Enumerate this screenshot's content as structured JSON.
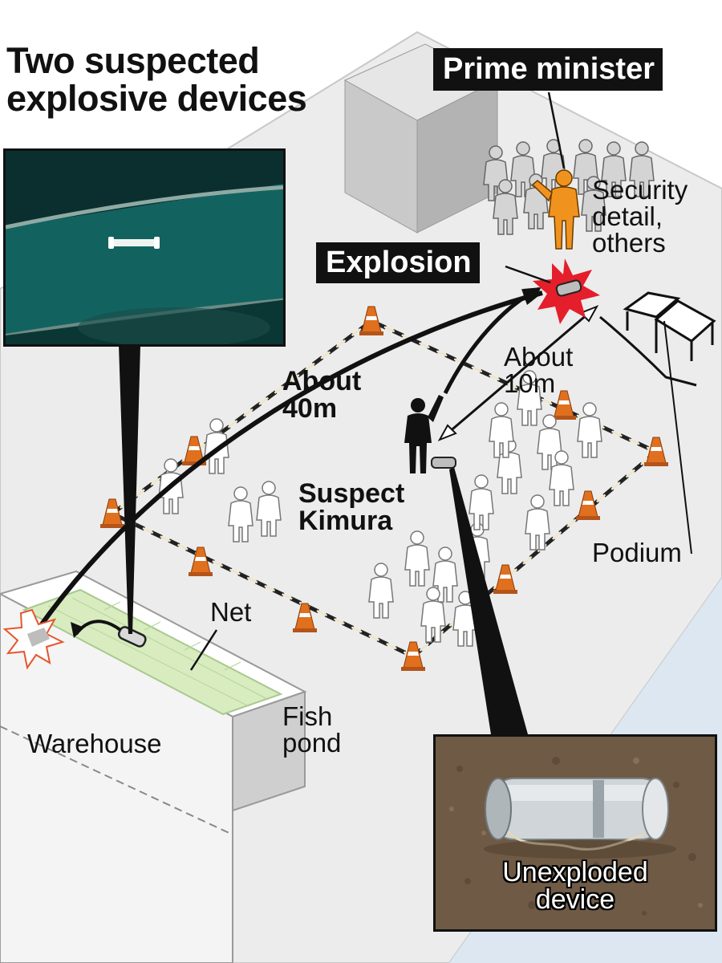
{
  "title": {
    "line1": "Two suspected",
    "line2": "explosive devices"
  },
  "labels": {
    "prime_minister": "Prime minister",
    "security": {
      "line1": "Security",
      "line2": "detail,",
      "line3": "others"
    },
    "explosion": "Explosion",
    "about_40m": {
      "line1": "About",
      "line2": "40m"
    },
    "about_10m": {
      "line1": "About",
      "line2": "10m"
    },
    "suspect": {
      "line1": "Suspect",
      "line2": "Kimura"
    },
    "podium": "Podium",
    "net": "Net",
    "fish_pond": {
      "line1": "Fish",
      "line2": "pond"
    },
    "warehouse": "Warehouse",
    "unexploded_device": {
      "line1": "Unexploded",
      "line2": "device"
    }
  },
  "colors": {
    "ground": "#ececec",
    "building": "#c9c9c9",
    "prime_minister_figure": "#f0931e",
    "explosion": "#e41e2b",
    "cone": "#e0701e",
    "pond": "#d8ecbf",
    "label_bg": "#111111"
  },
  "icons": [
    "person-icon",
    "traffic-cone-icon",
    "explosion-burst-icon",
    "pipe-bomb-icon",
    "podium-table-icon"
  ]
}
